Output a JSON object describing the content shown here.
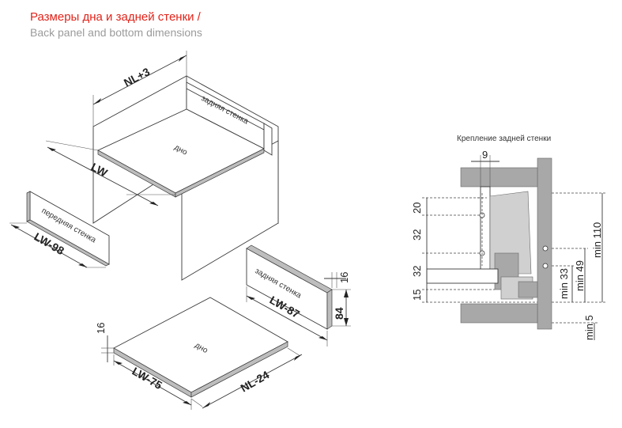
{
  "header": {
    "title_ru": "Размеры дна и задней стенки /",
    "title_en": "Back panel and bottom dimensions"
  },
  "drawer_view": {
    "dim_width": "NL+3",
    "dim_depth": "LW",
    "label_back_wall": "задняя стенка",
    "label_bottom": "дно"
  },
  "front_panel": {
    "label": "передняя стенка",
    "dim": "LW-98"
  },
  "back_panel": {
    "label": "задняя стенка",
    "dim_length": "LW-87",
    "dim_height": "84",
    "dim_thickness": "16"
  },
  "bottom_panel": {
    "label": "дно",
    "dim_width": "LW-75",
    "dim_depth": "NL-24",
    "dim_thickness": "16"
  },
  "detail": {
    "title": "Крепление задней стенки",
    "dim_top": "9",
    "dims_left": [
      "20",
      "32",
      "32",
      "15"
    ],
    "dims_right": [
      "min 110",
      "min 49",
      "min 33",
      "min 5"
    ]
  },
  "colors": {
    "title_ru": "#e2231a",
    "title_en": "#9b9b9b",
    "panel_edge": "#bdbdbd",
    "rail_grey": "#a8a8a8"
  }
}
